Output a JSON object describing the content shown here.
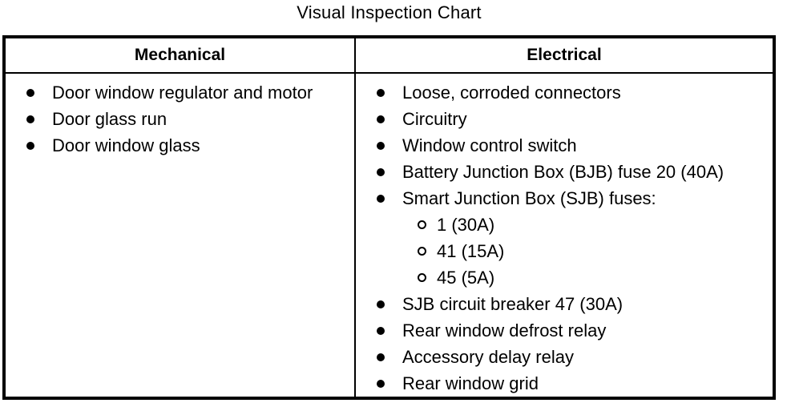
{
  "title": "Visual Inspection Chart",
  "colors": {
    "text": "#000000",
    "background": "#ffffff",
    "border": "#000000"
  },
  "icons": {
    "item_bullet": "filled-circle-bullet",
    "sub_item_bullet": "open-circle-bullet"
  },
  "table": {
    "columns": [
      {
        "id": "mechanical",
        "header": "Mechanical",
        "items": [
          {
            "text": "Door window regulator and motor",
            "sub": false
          },
          {
            "text": "Door glass run",
            "sub": false
          },
          {
            "text": "Door window glass",
            "sub": false
          }
        ]
      },
      {
        "id": "electrical",
        "header": "Electrical",
        "items": [
          {
            "text": "Loose, corroded connectors",
            "sub": false
          },
          {
            "text": "Circuitry",
            "sub": false
          },
          {
            "text": "Window control switch",
            "sub": false
          },
          {
            "text": "Battery Junction Box (BJB) fuse 20 (40A)",
            "sub": false
          },
          {
            "text": "Smart Junction Box (SJB) fuses:",
            "sub": false
          },
          {
            "text": "1 (30A)",
            "sub": true
          },
          {
            "text": "41 (15A)",
            "sub": true
          },
          {
            "text": "45 (5A)",
            "sub": true
          },
          {
            "text": "SJB circuit breaker 47 (30A)",
            "sub": false
          },
          {
            "text": "Rear window defrost relay",
            "sub": false
          },
          {
            "text": "Accessory delay relay",
            "sub": false
          },
          {
            "text": "Rear window grid",
            "sub": false
          }
        ]
      }
    ]
  }
}
